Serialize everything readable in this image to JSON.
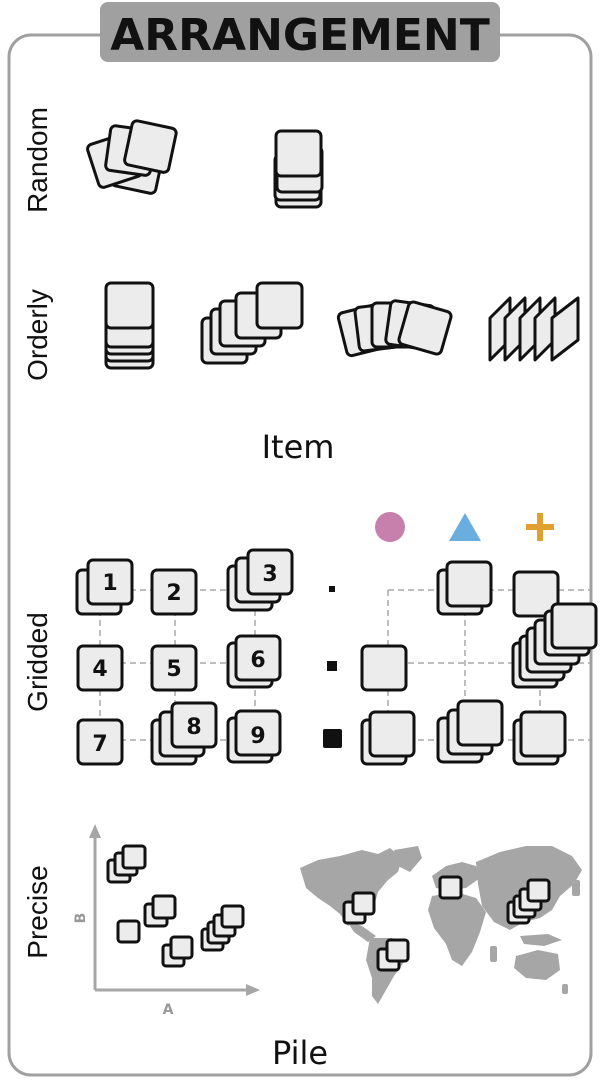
{
  "title": "ARRANGEMENT",
  "row_labels": {
    "random": "Random",
    "orderly": "Orderly",
    "gridded": "Gridded",
    "precise": "Precise"
  },
  "captions": {
    "item": "Item",
    "pile": "Pile"
  },
  "grid_numbers": [
    "1",
    "2",
    "3",
    "4",
    "5",
    "6",
    "7",
    "8",
    "9"
  ],
  "axes": {
    "x": "A",
    "y": "B"
  },
  "categories": [
    {
      "shape": "circle-icon",
      "color": "#c77fab"
    },
    {
      "shape": "triangle-icon",
      "color": "#6aaee0"
    },
    {
      "shape": "plus-icon",
      "color": "#e0a030"
    }
  ],
  "colors": {
    "card_fill": "#ececec",
    "stroke": "#111111",
    "map": "#a6a6a6",
    "banner": "#a0a0a0"
  }
}
